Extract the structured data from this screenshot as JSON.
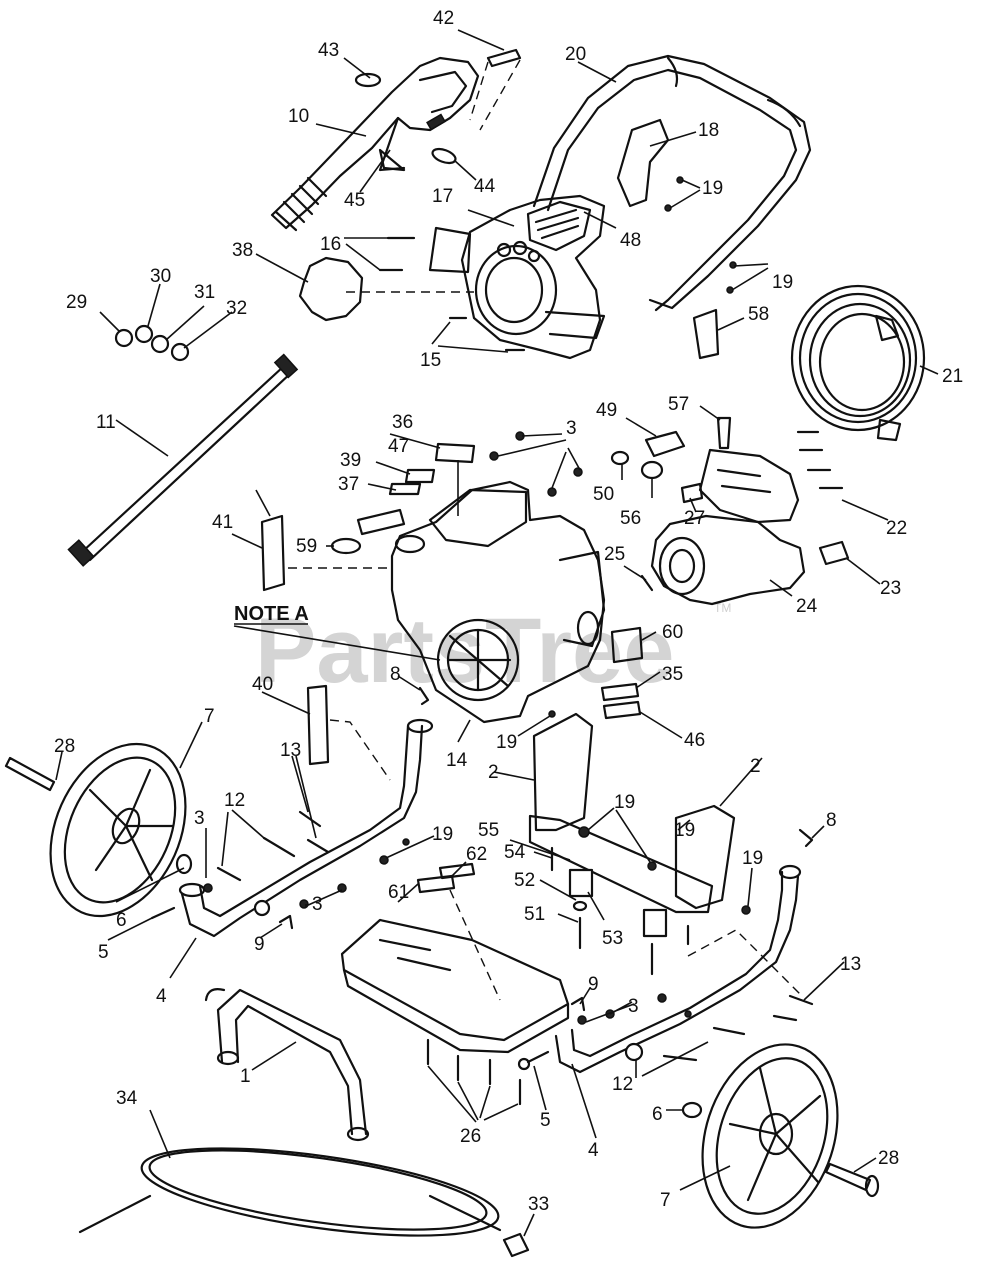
{
  "watermark": {
    "text": "PartsTree",
    "trademark": "TM"
  },
  "note": "NOTE A",
  "labels": {
    "l42": "42",
    "l43": "43",
    "l20": "20",
    "l10": "10",
    "l18": "18",
    "l19a": "19",
    "l44": "44",
    "l45": "45",
    "l17": "17",
    "l48": "48",
    "l16": "16",
    "l38": "38",
    "l19b": "19",
    "l30": "30",
    "l31": "31",
    "l29": "29",
    "l32": "32",
    "l58": "58",
    "l15": "15",
    "l21": "21",
    "l11": "11",
    "l49": "49",
    "l57": "57",
    "l36": "36",
    "l3a": "3",
    "l47": "47",
    "l39": "39",
    "l50": "50",
    "l56": "56",
    "l27": "27",
    "l22": "22",
    "l37": "37",
    "l41": "41",
    "l59": "59",
    "l25": "25",
    "l23": "23",
    "l24": "24",
    "l60": "60",
    "l8a": "8",
    "l35": "35",
    "l40": "40",
    "l7a": "7",
    "l14": "14",
    "l19c": "19",
    "l46": "46",
    "l28a": "28",
    "l13a": "13",
    "l2a": "2",
    "l2b": "2",
    "l12a": "12",
    "l3b": "3",
    "l19d": "19",
    "l55": "55",
    "l19e": "19",
    "l19f": "19",
    "l8b": "8",
    "l54": "54",
    "l62": "62",
    "l6a": "6",
    "l52": "52",
    "l19g": "19",
    "l5a": "5",
    "l61": "61",
    "l3c": "3",
    "l9a": "9",
    "l51": "51",
    "l53": "53",
    "l4a": "4",
    "l13b": "13",
    "l9b": "9",
    "l3d": "3",
    "l1": "1",
    "l12b": "12",
    "l34": "34",
    "l6b": "6",
    "l26": "26",
    "l5b": "5",
    "l4b": "4",
    "l28b": "28",
    "l7b": "7",
    "l33": "33"
  }
}
